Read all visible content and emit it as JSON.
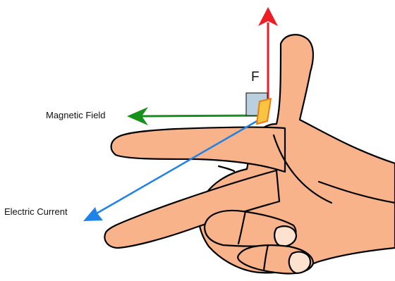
{
  "diagram": {
    "labels": {
      "force": "F",
      "magnetic_field": "Magnetic Field",
      "electric_current": "Electric Current"
    },
    "colors": {
      "force_arrow": "#ee1c24",
      "field_arrow": "#16921c",
      "current_arrow": "#1e82e6",
      "skin": "#f9b38a",
      "outline": "#000000",
      "nail": "#fde3cf",
      "right_angle_box": "#b9d0de",
      "pivot_marker": "#f8c542",
      "pivot_marker_outline": "#ef7a11"
    }
  }
}
